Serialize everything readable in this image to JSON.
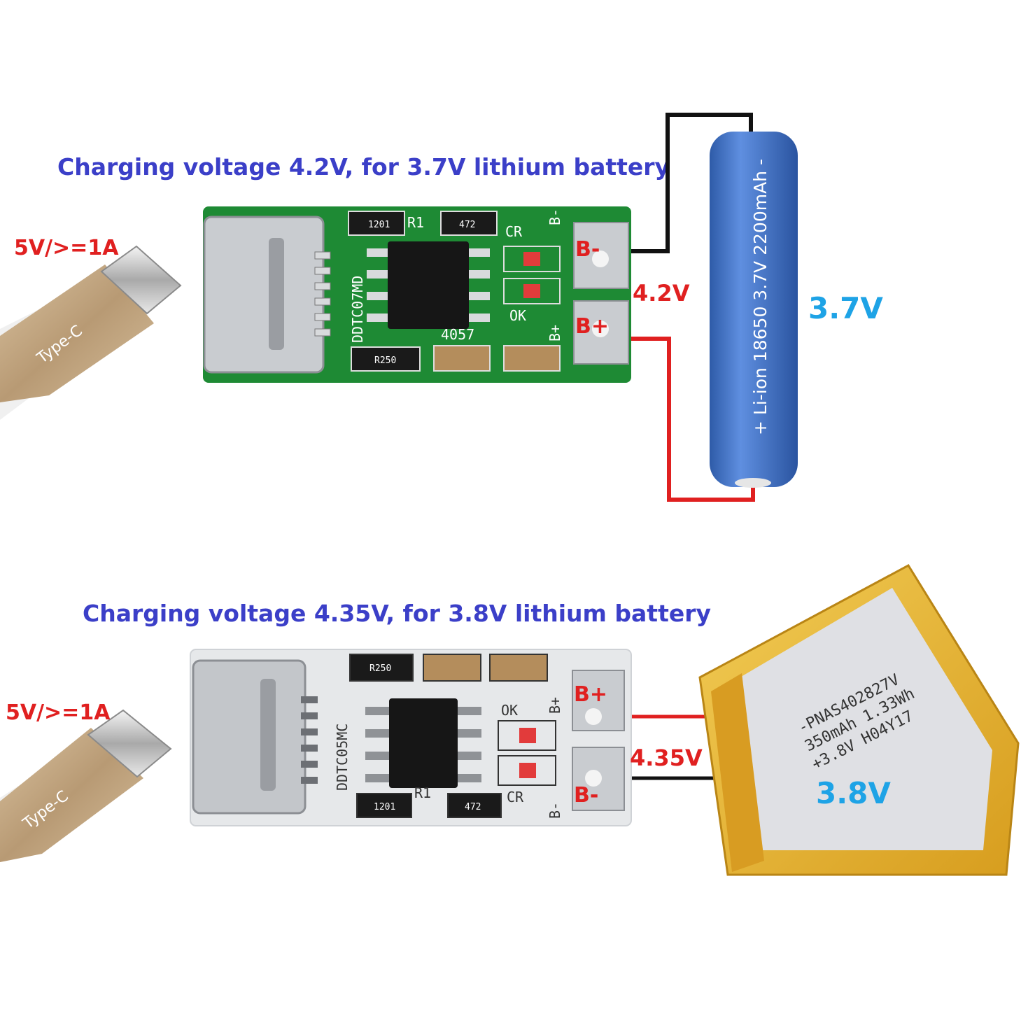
{
  "top": {
    "title": "Charging voltage 4.2V, for 3.7V lithium battery",
    "input_label": "5V/>=1A",
    "cable_label": "Type-C",
    "board_id": "DDTC07MD",
    "resistor_labels": [
      "1201",
      "472",
      "R250"
    ],
    "silk_r1": "R1",
    "silk_cr": "CR",
    "silk_ok": "OK",
    "silk_bminus": "B-",
    "silk_bplus": "B+",
    "silk_ic": "4057",
    "pad_minus": "B-",
    "pad_plus": "B+",
    "charge_voltage": "4.2V",
    "battery_voltage": "3.7V",
    "battery_print": "+ Li-ion 18650 3.7V 2200mAh -",
    "colors": {
      "board": "#1e8a34",
      "battery": "#3a6fc4",
      "wire_pos": "#e02020",
      "wire_neg": "#111111"
    }
  },
  "bottom": {
    "title": "Charging voltage 4.35V, for 3.8V lithium battery",
    "input_label": "5V/>=1A",
    "cable_label": "Type-C",
    "board_id": "DDTC05MC",
    "resistor_labels": [
      "R250",
      "1201",
      "472"
    ],
    "silk_r1": "R1",
    "silk_cr": "CR",
    "silk_ok": "OK",
    "silk_bplus": "B+",
    "silk_bminus": "B-",
    "pad_plus": "B+",
    "pad_minus": "B-",
    "charge_voltage": "4.35V",
    "battery_voltage": "3.8V",
    "battery_print_lines": [
      "-PNAS402827V",
      "350mAh 1.33Wh",
      "+3.8V H04Y17"
    ],
    "colors": {
      "board": "#e6e8ea",
      "battery": "#e8b830",
      "wire_pos": "#e02020",
      "wire_neg": "#111111"
    }
  }
}
